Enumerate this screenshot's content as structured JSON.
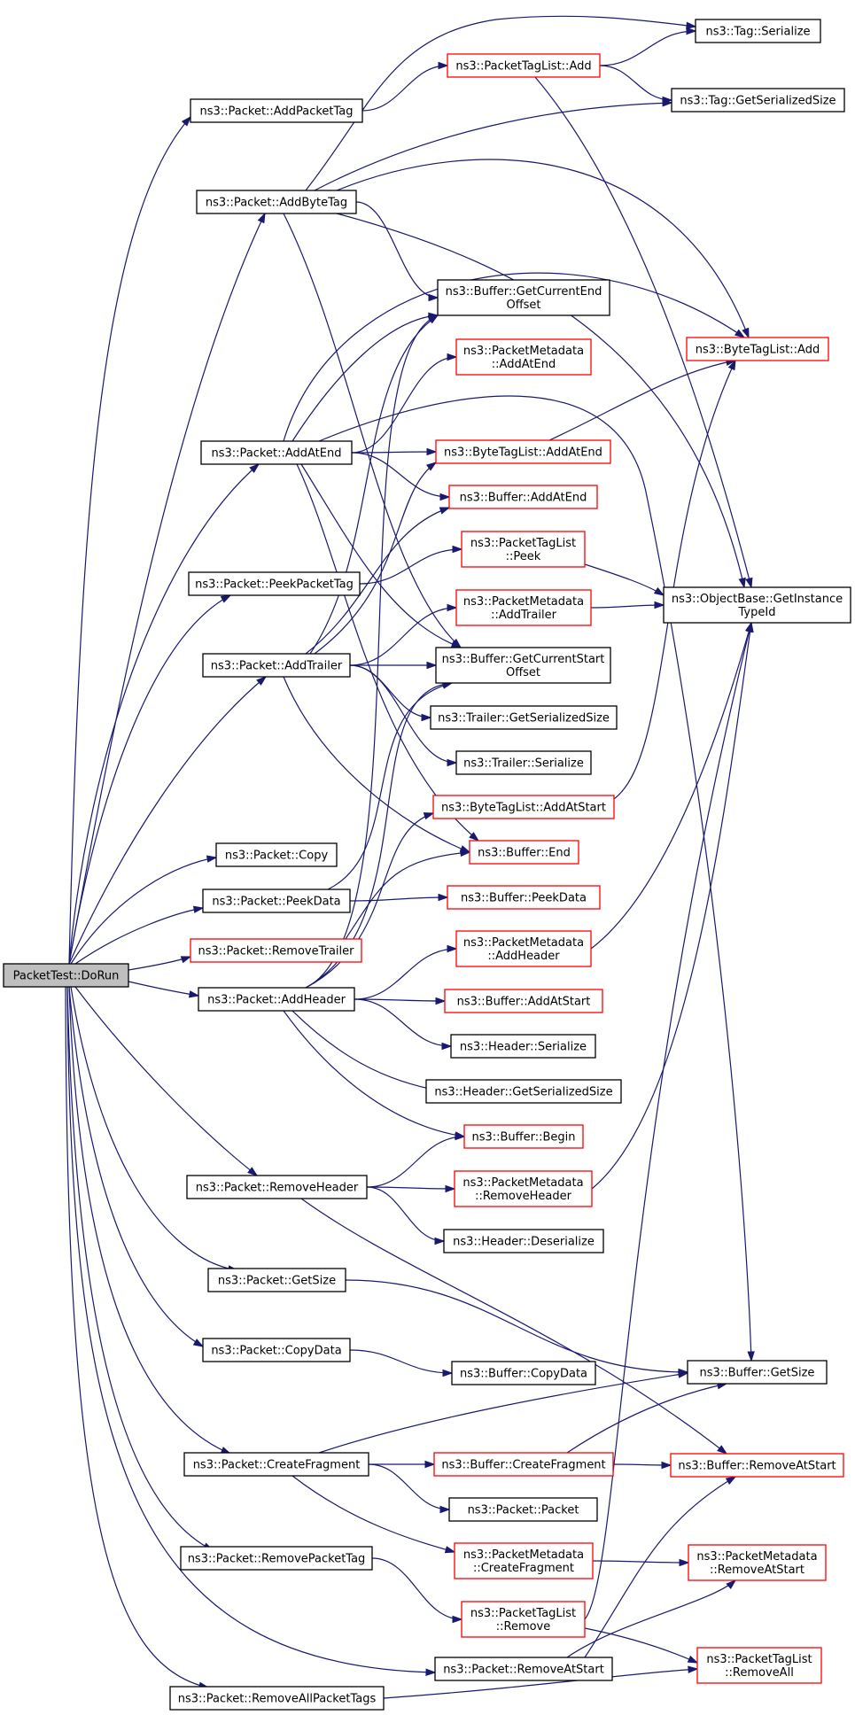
{
  "graph": {
    "colors": {
      "edge": "#191970",
      "root_fill": "#bfbfbf",
      "node_fill": "#ffffff",
      "node_border_default": "#000000",
      "node_border_truncated": "#ff0000"
    },
    "nodes": [
      {
        "id": "dorun",
        "lines": [
          "PacketTest::DoRun"
        ],
        "style": "root"
      },
      {
        "id": "addpackettag",
        "lines": [
          "ns3::Packet::AddPacketTag"
        ],
        "style": "black"
      },
      {
        "id": "addbytetag",
        "lines": [
          "ns3::Packet::AddByteTag"
        ],
        "style": "black"
      },
      {
        "id": "addatend",
        "lines": [
          "ns3::Packet::AddAtEnd"
        ],
        "style": "black"
      },
      {
        "id": "peekpackettag",
        "lines": [
          "ns3::Packet::PeekPacketTag"
        ],
        "style": "black"
      },
      {
        "id": "addtrailer",
        "lines": [
          "ns3::Packet::AddTrailer"
        ],
        "style": "black"
      },
      {
        "id": "copy",
        "lines": [
          "ns3::Packet::Copy"
        ],
        "style": "black"
      },
      {
        "id": "peekdata",
        "lines": [
          "ns3::Packet::PeekData"
        ],
        "style": "black"
      },
      {
        "id": "removetrailer",
        "lines": [
          "ns3::Packet::RemoveTrailer"
        ],
        "style": "red"
      },
      {
        "id": "addheader",
        "lines": [
          "ns3::Packet::AddHeader"
        ],
        "style": "black"
      },
      {
        "id": "removeheader",
        "lines": [
          "ns3::Packet::RemoveHeader"
        ],
        "style": "black"
      },
      {
        "id": "getsize",
        "lines": [
          "ns3::Packet::GetSize"
        ],
        "style": "black"
      },
      {
        "id": "copydata",
        "lines": [
          "ns3::Packet::CopyData"
        ],
        "style": "black"
      },
      {
        "id": "createfragment",
        "lines": [
          "ns3::Packet::CreateFragment"
        ],
        "style": "black"
      },
      {
        "id": "removepackettag",
        "lines": [
          "ns3::Packet::RemovePacketTag"
        ],
        "style": "black"
      },
      {
        "id": "removeallpackettags",
        "lines": [
          "ns3::Packet::RemoveAllPacketTags"
        ],
        "style": "black"
      },
      {
        "id": "ptl_add",
        "lines": [
          "ns3::PacketTagList::Add"
        ],
        "style": "red"
      },
      {
        "id": "tag_serialize",
        "lines": [
          "ns3::Tag::Serialize"
        ],
        "style": "black"
      },
      {
        "id": "tag_getser",
        "lines": [
          "ns3::Tag::GetSerializedSize"
        ],
        "style": "black"
      },
      {
        "id": "buf_getcurend",
        "lines": [
          "ns3::Buffer::GetCurrentEnd",
          "Offset"
        ],
        "style": "black"
      },
      {
        "id": "btl_add",
        "lines": [
          "ns3::ByteTagList::Add"
        ],
        "style": "red"
      },
      {
        "id": "pm_addatend",
        "lines": [
          "ns3::PacketMetadata",
          "::AddAtEnd"
        ],
        "style": "red"
      },
      {
        "id": "btl_addatend",
        "lines": [
          "ns3::ByteTagList::AddAtEnd"
        ],
        "style": "red"
      },
      {
        "id": "buf_addatend",
        "lines": [
          "ns3::Buffer::AddAtEnd"
        ],
        "style": "red"
      },
      {
        "id": "ptl_peek",
        "lines": [
          "ns3::PacketTagList",
          "::Peek"
        ],
        "style": "red"
      },
      {
        "id": "ob_getinst",
        "lines": [
          "ns3::ObjectBase::GetInstance",
          "TypeId"
        ],
        "style": "black"
      },
      {
        "id": "pm_addtrailer",
        "lines": [
          "ns3::PacketMetadata",
          "::AddTrailer"
        ],
        "style": "red"
      },
      {
        "id": "buf_getcurstart",
        "lines": [
          "ns3::Buffer::GetCurrentStart",
          "Offset"
        ],
        "style": "black"
      },
      {
        "id": "trailer_getser",
        "lines": [
          "ns3::Trailer::GetSerializedSize"
        ],
        "style": "black"
      },
      {
        "id": "trailer_ser",
        "lines": [
          "ns3::Trailer::Serialize"
        ],
        "style": "black"
      },
      {
        "id": "btl_addatstart",
        "lines": [
          "ns3::ByteTagList::AddAtStart"
        ],
        "style": "red"
      },
      {
        "id": "buf_end",
        "lines": [
          "ns3::Buffer::End"
        ],
        "style": "red"
      },
      {
        "id": "buf_peekdata",
        "lines": [
          "ns3::Buffer::PeekData"
        ],
        "style": "red"
      },
      {
        "id": "pm_addheader",
        "lines": [
          "ns3::PacketMetadata",
          "::AddHeader"
        ],
        "style": "red"
      },
      {
        "id": "buf_addatstart",
        "lines": [
          "ns3::Buffer::AddAtStart"
        ],
        "style": "red"
      },
      {
        "id": "header_ser",
        "lines": [
          "ns3::Header::Serialize"
        ],
        "style": "black"
      },
      {
        "id": "header_getser",
        "lines": [
          "ns3::Header::GetSerializedSize"
        ],
        "style": "black"
      },
      {
        "id": "buf_begin",
        "lines": [
          "ns3::Buffer::Begin"
        ],
        "style": "red"
      },
      {
        "id": "pm_removeheader",
        "lines": [
          "ns3::PacketMetadata",
          "::RemoveHeader"
        ],
        "style": "red"
      },
      {
        "id": "header_deser",
        "lines": [
          "ns3::Header::Deserialize"
        ],
        "style": "black"
      },
      {
        "id": "buf_getsize",
        "lines": [
          "ns3::Buffer::GetSize"
        ],
        "style": "black"
      },
      {
        "id": "buf_copydata",
        "lines": [
          "ns3::Buffer::CopyData"
        ],
        "style": "black"
      },
      {
        "id": "buf_createfragment",
        "lines": [
          "ns3::Buffer::CreateFragment"
        ],
        "style": "red"
      },
      {
        "id": "buf_removeatstart",
        "lines": [
          "ns3::Buffer::RemoveAtStart"
        ],
        "style": "red"
      },
      {
        "id": "packet_packet",
        "lines": [
          "ns3::Packet::Packet"
        ],
        "style": "black"
      },
      {
        "id": "pm_createfragment",
        "lines": [
          "ns3::PacketMetadata",
          "::CreateFragment"
        ],
        "style": "red"
      },
      {
        "id": "pm_removeatstart",
        "lines": [
          "ns3::PacketMetadata",
          "::RemoveAtStart"
        ],
        "style": "red"
      },
      {
        "id": "ptl_remove",
        "lines": [
          "ns3::PacketTagList",
          "::Remove"
        ],
        "style": "red"
      },
      {
        "id": "packet_removeatstart",
        "lines": [
          "ns3::Packet::RemoveAtStart"
        ],
        "style": "black"
      },
      {
        "id": "ptl_removeall",
        "lines": [
          "ns3::PacketTagList",
          "::RemoveAll"
        ],
        "style": "red"
      }
    ],
    "edges": [
      [
        "dorun",
        "addpackettag"
      ],
      [
        "dorun",
        "addbytetag"
      ],
      [
        "dorun",
        "addatend"
      ],
      [
        "dorun",
        "peekpackettag"
      ],
      [
        "dorun",
        "addtrailer"
      ],
      [
        "dorun",
        "copy"
      ],
      [
        "dorun",
        "peekdata"
      ],
      [
        "dorun",
        "removetrailer"
      ],
      [
        "dorun",
        "addheader"
      ],
      [
        "dorun",
        "removeheader"
      ],
      [
        "dorun",
        "getsize"
      ],
      [
        "dorun",
        "copydata"
      ],
      [
        "dorun",
        "createfragment"
      ],
      [
        "dorun",
        "removepackettag"
      ],
      [
        "dorun",
        "packet_removeatstart"
      ],
      [
        "dorun",
        "removeallpackettags"
      ],
      [
        "addpackettag",
        "ptl_add"
      ],
      [
        "ptl_add",
        "tag_serialize"
      ],
      [
        "ptl_add",
        "tag_getser"
      ],
      [
        "ptl_add",
        "ob_getinst"
      ],
      [
        "addbytetag",
        "tag_serialize"
      ],
      [
        "addbytetag",
        "tag_getser"
      ],
      [
        "addbytetag",
        "btl_add"
      ],
      [
        "addbytetag",
        "buf_getcurend"
      ],
      [
        "addbytetag",
        "ob_getinst"
      ],
      [
        "addbytetag",
        "buf_getcurstart"
      ],
      [
        "addatend",
        "btl_add"
      ],
      [
        "addatend",
        "buf_getcurend"
      ],
      [
        "addatend",
        "pm_addatend"
      ],
      [
        "addatend",
        "btl_addatend"
      ],
      [
        "addatend",
        "buf_addatend"
      ],
      [
        "addatend",
        "buf_getcurstart"
      ],
      [
        "addatend",
        "buf_end"
      ],
      [
        "addatend",
        "buf_getsize"
      ],
      [
        "btl_addatend",
        "btl_add"
      ],
      [
        "peekpackettag",
        "ptl_peek"
      ],
      [
        "ptl_peek",
        "ob_getinst"
      ],
      [
        "pm_addtrailer",
        "ob_getinst"
      ],
      [
        "addtrailer",
        "buf_getcurend"
      ],
      [
        "addtrailer",
        "btl_addatend"
      ],
      [
        "addtrailer",
        "buf_addatend"
      ],
      [
        "addtrailer",
        "pm_addtrailer"
      ],
      [
        "addtrailer",
        "buf_getcurstart"
      ],
      [
        "addtrailer",
        "trailer_getser"
      ],
      [
        "addtrailer",
        "trailer_ser"
      ],
      [
        "addtrailer",
        "buf_end"
      ],
      [
        "btl_addatstart",
        "btl_add"
      ],
      [
        "peekdata",
        "buf_getcurstart"
      ],
      [
        "peekdata",
        "buf_peekdata"
      ],
      [
        "removetrailer",
        "buf_end"
      ],
      [
        "addheader",
        "buf_getcurend"
      ],
      [
        "addheader",
        "buf_getcurstart"
      ],
      [
        "addheader",
        "btl_addatstart"
      ],
      [
        "addheader",
        "pm_addheader"
      ],
      [
        "addheader",
        "buf_addatstart"
      ],
      [
        "addheader",
        "header_ser"
      ],
      [
        "addheader",
        "header_getser"
      ],
      [
        "addheader",
        "buf_begin"
      ],
      [
        "pm_addheader",
        "ob_getinst"
      ],
      [
        "removeheader",
        "buf_begin"
      ],
      [
        "removeheader",
        "pm_removeheader"
      ],
      [
        "removeheader",
        "header_deser"
      ],
      [
        "removeheader",
        "buf_removeatstart"
      ],
      [
        "pm_removeheader",
        "ob_getinst"
      ],
      [
        "getsize",
        "buf_getsize"
      ],
      [
        "copydata",
        "buf_copydata"
      ],
      [
        "createfragment",
        "buf_getsize"
      ],
      [
        "createfragment",
        "buf_createfragment"
      ],
      [
        "createfragment",
        "packet_packet"
      ],
      [
        "createfragment",
        "pm_createfragment"
      ],
      [
        "buf_createfragment",
        "buf_getsize"
      ],
      [
        "buf_createfragment",
        "buf_removeatstart"
      ],
      [
        "pm_createfragment",
        "pm_removeatstart"
      ],
      [
        "removepackettag",
        "ptl_remove"
      ],
      [
        "ptl_remove",
        "ob_getinst"
      ],
      [
        "ptl_remove",
        "ptl_removeall"
      ],
      [
        "packet_removeatstart",
        "buf_removeatstart"
      ],
      [
        "packet_removeatstart",
        "pm_removeatstart"
      ],
      [
        "removeallpackettags",
        "ptl_removeall"
      ]
    ]
  }
}
